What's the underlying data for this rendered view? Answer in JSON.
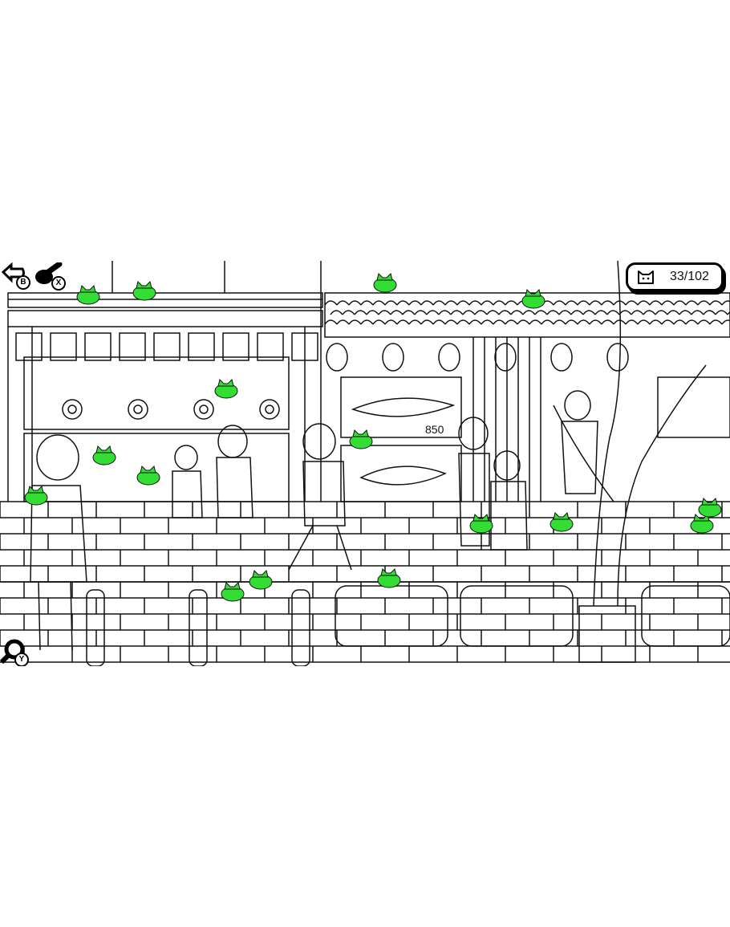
{
  "game": {
    "found_count": "33/102",
    "sign_text": "850"
  },
  "controls": {
    "back_button_key": "B",
    "hint_button_key": "X",
    "zoom_button_key": "Y"
  },
  "colors": {
    "found_cat": "#33dd33",
    "line": "#111111",
    "background": "#ffffff"
  }
}
